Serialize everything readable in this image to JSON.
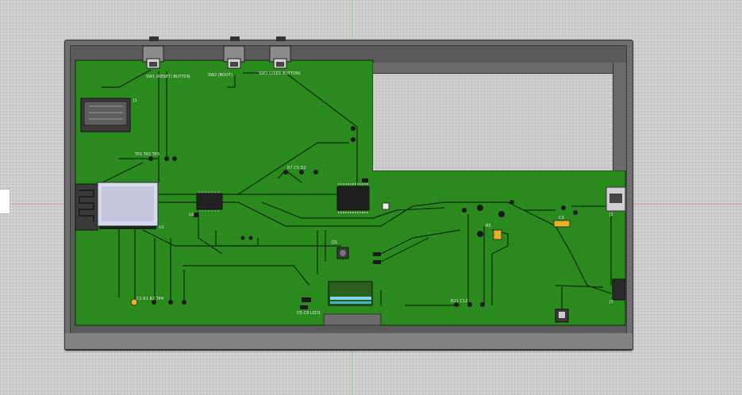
{
  "viewport": {
    "grid_color": "#c4c4c4",
    "background_color": "#d4d4d4",
    "x_axis_color": "#e59a9a",
    "y_axis_color": "#9cd79c"
  },
  "enclosure": {
    "color": "#6f6f6f"
  },
  "pcb": {
    "board_color": "#2b8a1e",
    "trace_color": "#0d2a0a",
    "module_color": "#d7d9ec",
    "chip_color": "#222222"
  },
  "silkscreen": {
    "sw1": "SW1 (RESET) BUTTON",
    "sw2": "SW2 (BOOT)",
    "sw3": "SW3 (USER BUTTON)",
    "j1": "J1",
    "pads_top": "TP1  TP2  TP3",
    "pads_mid": "R7  C5  D2",
    "u1": "U1",
    "u2": "U2",
    "q1": "Q1",
    "bottom_left": "C1   R1   R2   TP4",
    "bottom_mid": "D5   C8   LED1",
    "bottom_right": "R11   C12",
    "j2": "J2",
    "j3": "J3",
    "r5": "R5",
    "c3": "C3"
  }
}
